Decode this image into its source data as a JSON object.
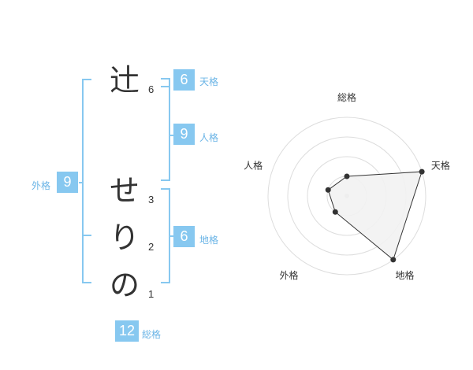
{
  "name": {
    "characters": [
      {
        "char": "辻",
        "strokes": "6"
      },
      {
        "char": "せ",
        "strokes": "3"
      },
      {
        "char": "り",
        "strokes": "2"
      },
      {
        "char": "の",
        "strokes": "1"
      }
    ]
  },
  "fortune": {
    "tenkaku": {
      "value": "6",
      "label": "天格"
    },
    "jinkaku": {
      "value": "9",
      "label": "人格"
    },
    "chikaku": {
      "value": "6",
      "label": "地格"
    },
    "gaikaku": {
      "value": "9",
      "label": "外格"
    },
    "soukaku": {
      "value": "12",
      "label": "総格"
    }
  },
  "chart_data": {
    "type": "radar",
    "axes": [
      "総格",
      "天格",
      "地格",
      "外格",
      "人格"
    ],
    "values": [
      1,
      4,
      4,
      1,
      1
    ],
    "rmax": 4,
    "rings": 4,
    "colors": {
      "grid": "#dddddd",
      "fill": "#f2f2f2",
      "stroke": "#333333",
      "point": "#333333",
      "center": "#cccccc"
    }
  }
}
